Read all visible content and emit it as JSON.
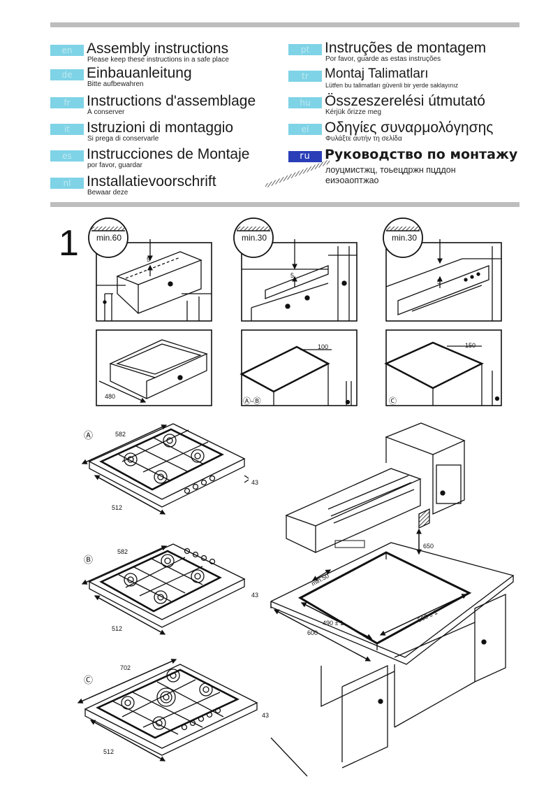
{
  "languages_left": [
    {
      "code": "en",
      "title": "Assembly instructions",
      "subtitle": "Please keep these instructions in a safe place"
    },
    {
      "code": "de",
      "title": "Einbauanleitung",
      "subtitle": "Bitte aufbewahren"
    },
    {
      "code": "fr",
      "title": "Instructions d'assemblage",
      "subtitle": "À conserver"
    },
    {
      "code": "it",
      "title": "Istruzioni di montaggio",
      "subtitle": "Si prega di conservarle"
    },
    {
      "code": "es",
      "title": "Instrucciones de Montaje",
      "subtitle": "por favor, guardar"
    },
    {
      "code": "nl",
      "title": "Installatievoorschrift",
      "subtitle": "Bewaar deze"
    }
  ],
  "languages_right": [
    {
      "code": "pt",
      "title": "Instruções de montagem",
      "subtitle": "Por favor, guarde as estas instruções"
    },
    {
      "code": "tr",
      "title": "Montaj Talimatları",
      "subtitle": "Lütfen bu talimatları güvenli bir yerde saklayınız"
    },
    {
      "code": "hu",
      "title": "Összeszerelési útmutató",
      "subtitle": "Kérjük őrizze meg"
    },
    {
      "code": "el",
      "title": "Οδηγίες συναρμολόγησης",
      "subtitle": "Φυλάξτε αυτήν τη σελίδα"
    },
    {
      "code": "ru",
      "title": "Руководство по монтажу",
      "subtitle": "лоуцмистжц, тоьецдржн пцддон еиэоаоптжао"
    }
  ],
  "step": {
    "number": "1"
  },
  "dims": {
    "min60": "min.60",
    "min30a": "min.30",
    "min30b": "min.30",
    "gap5a": "5",
    "gap5b": "5",
    "gap5c": "5",
    "d480": "480",
    "d100": "100",
    "d150": "150",
    "labelAB": "Ⓐ-Ⓑ",
    "labelC": "Ⓒ",
    "hobA_label": "Ⓐ",
    "hobA_w": "582",
    "hobA_d": "512",
    "hobA_h": "43",
    "hobB_label": "Ⓑ",
    "hobB_w": "582",
    "hobB_d": "512",
    "hobB_h": "43",
    "hobC_label": "Ⓒ",
    "hobC_w": "702",
    "hobC_d": "512",
    "hobC_h": "43",
    "hood650": "650",
    "min50": "min.50",
    "cut560": "560 ± 1",
    "cut490": "490 ± 1",
    "cut600": "600"
  }
}
